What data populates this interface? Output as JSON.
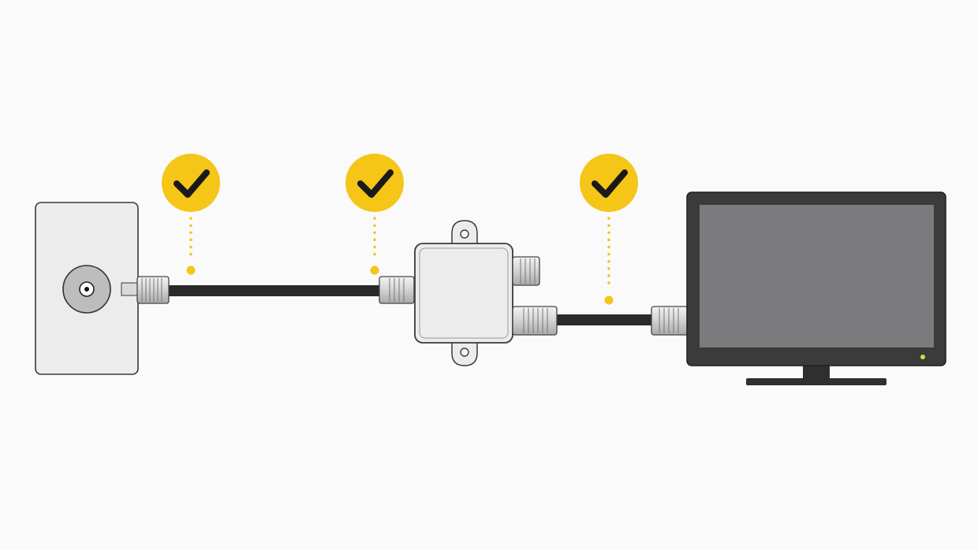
{
  "diagram": {
    "nodes": [
      {
        "id": "wall-outlet",
        "icon": "coax-wall-outlet-icon"
      },
      {
        "id": "splitter",
        "icon": "coax-splitter-icon"
      },
      {
        "id": "television",
        "icon": "tv-icon"
      }
    ],
    "connections": [
      {
        "from": "wall-outlet",
        "to": "splitter",
        "icon": "coax-cable-icon"
      },
      {
        "from": "splitter",
        "to": "television",
        "icon": "coax-cable-icon"
      }
    ],
    "checkpoints": [
      {
        "id": "check-outlet-connector",
        "icon": "checkmark-icon",
        "status": "ok"
      },
      {
        "id": "check-splitter-input",
        "icon": "checkmark-icon",
        "status": "ok"
      },
      {
        "id": "check-splitter-output",
        "icon": "checkmark-icon",
        "status": "ok"
      }
    ],
    "colors": {
      "background": "#fafafa",
      "checkmark_badge": "#f5c518",
      "checkmark": "#1a1a1a",
      "cable": "#2a2a2a",
      "device_body": "#ececec",
      "device_outline": "#3a3a3a",
      "tv_bezel": "#3b3b3b",
      "tv_screen": "#7b7b7d",
      "tv_power_led": "#c8e04a"
    }
  }
}
